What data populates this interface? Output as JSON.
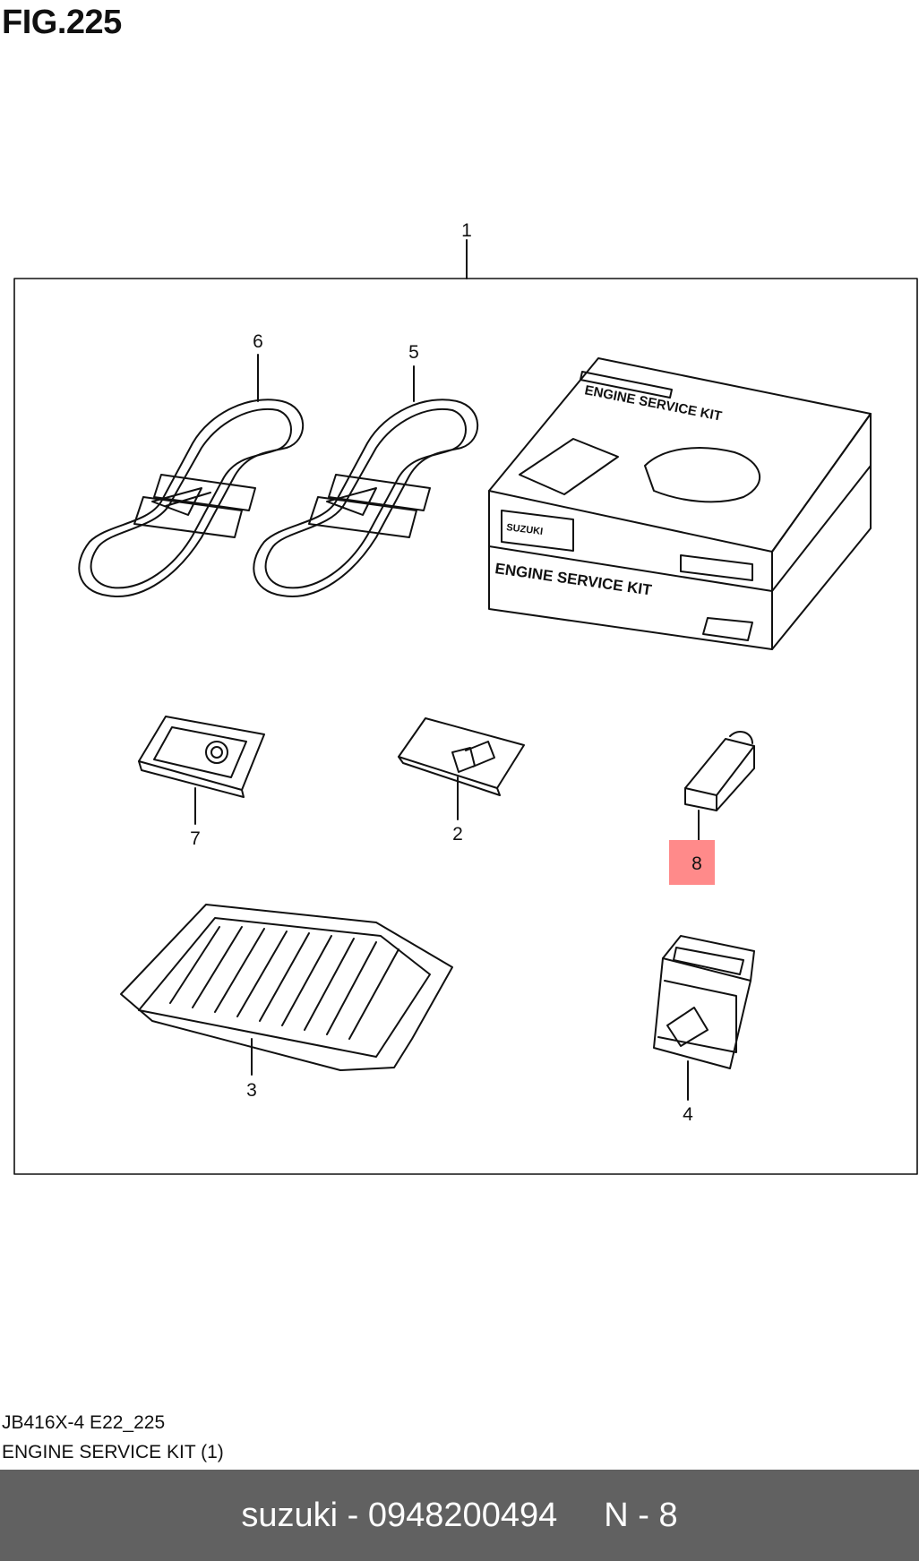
{
  "figure": {
    "title": "FIG.225"
  },
  "callouts": [
    {
      "id": "1",
      "label": "1"
    },
    {
      "id": "2",
      "label": "2"
    },
    {
      "id": "3",
      "label": "3"
    },
    {
      "id": "4",
      "label": "4"
    },
    {
      "id": "5",
      "label": "5"
    },
    {
      "id": "6",
      "label": "6"
    },
    {
      "id": "7",
      "label": "7"
    },
    {
      "id": "8",
      "label": "8",
      "highlighted": true
    }
  ],
  "box_text": {
    "kit_lid": "ENGINE SERVICE KIT",
    "kit_side": "ENGINE SERVICE KIT",
    "brand": "SUZUKI"
  },
  "caption": {
    "code": "JB416X-4 E22_225",
    "name": "ENGINE SERVICE KIT (1)"
  },
  "footer": {
    "brand_part": "suzuki - 0948200494",
    "position": "N - 8"
  },
  "colors": {
    "highlight": "#ff8a8a",
    "footer_bg": "#616161",
    "line": "#111111"
  }
}
